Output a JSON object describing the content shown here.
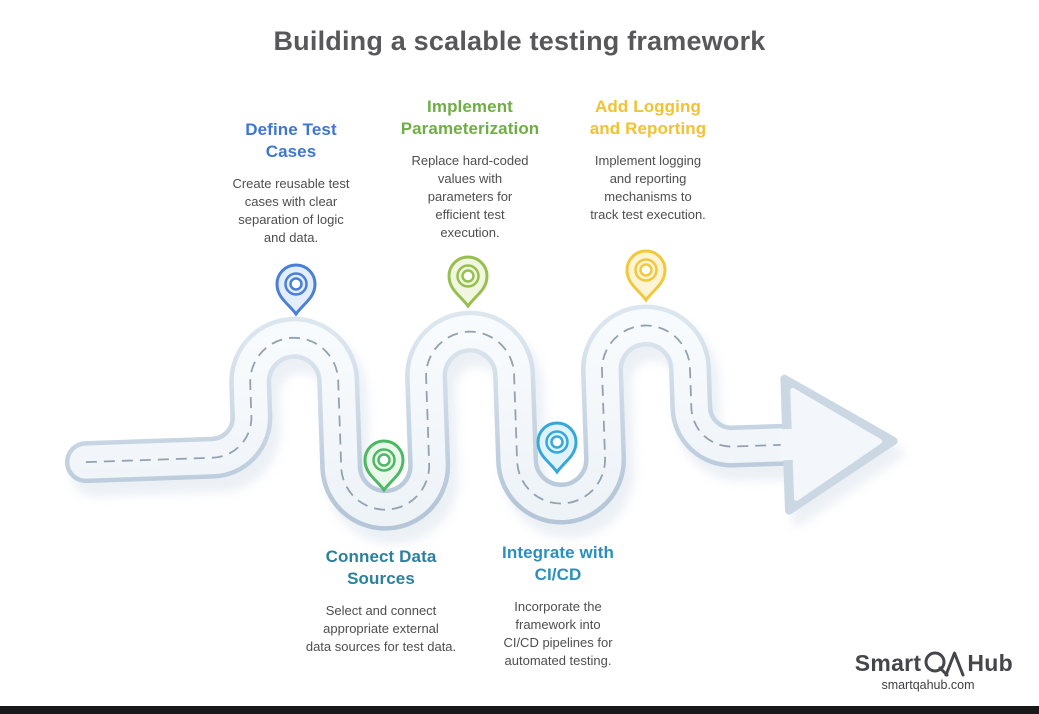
{
  "title": "Building a scalable testing framework",
  "steps": [
    {
      "name": "Define Test Cases",
      "heading": "Define Test\nCases",
      "desc": "Create reusable test\ncases with clear\nseparation of logic\nand data.",
      "color": "#3e76d6",
      "pin_color": "#4a7fd8",
      "pin_fill": "#e4eefb"
    },
    {
      "name": "Implement Parameterization",
      "heading": "Implement\nParameterization",
      "desc": "Replace hard-coded\nvalues with\nparameters for\nefficient test\nexecution.",
      "color": "#6fae44",
      "pin_color": "#96bf4e",
      "pin_fill": "#f0f6df"
    },
    {
      "name": "Add Logging and Reporting",
      "heading": "Add Logging\nand Reporting",
      "desc": "Implement logging\nand reporting\nmechanisms to\ntrack test execution.",
      "color": "#f1c232",
      "pin_color": "#f2c73c",
      "pin_fill": "#fdf4d5"
    },
    {
      "name": "Connect Data Sources",
      "heading": "Connect Data\nSources",
      "desc": "Select and connect\nappropriate external\ndata sources for test data.",
      "color": "#2d7f9e",
      "pin_color": "#4db863",
      "pin_fill": "#eaf8ec"
    },
    {
      "name": "Integrate with CI/CD",
      "heading": "Integrate with\nCI/CD",
      "desc": "Incorporate the\nframework into\nCI/CD pipelines for\nautomated testing.",
      "color": "#2b8fbe",
      "pin_color": "#35a7dc",
      "pin_fill": "#e0f3fb"
    }
  ],
  "road": {
    "surface_color": "#f5f8fb",
    "edge_color": "#c8d5e2",
    "dash_color": "#93a1b0"
  },
  "brand": {
    "word_smart": "Smart",
    "word_qa": "QA",
    "word_hub": "Hub",
    "url": "smartqahub.com"
  }
}
